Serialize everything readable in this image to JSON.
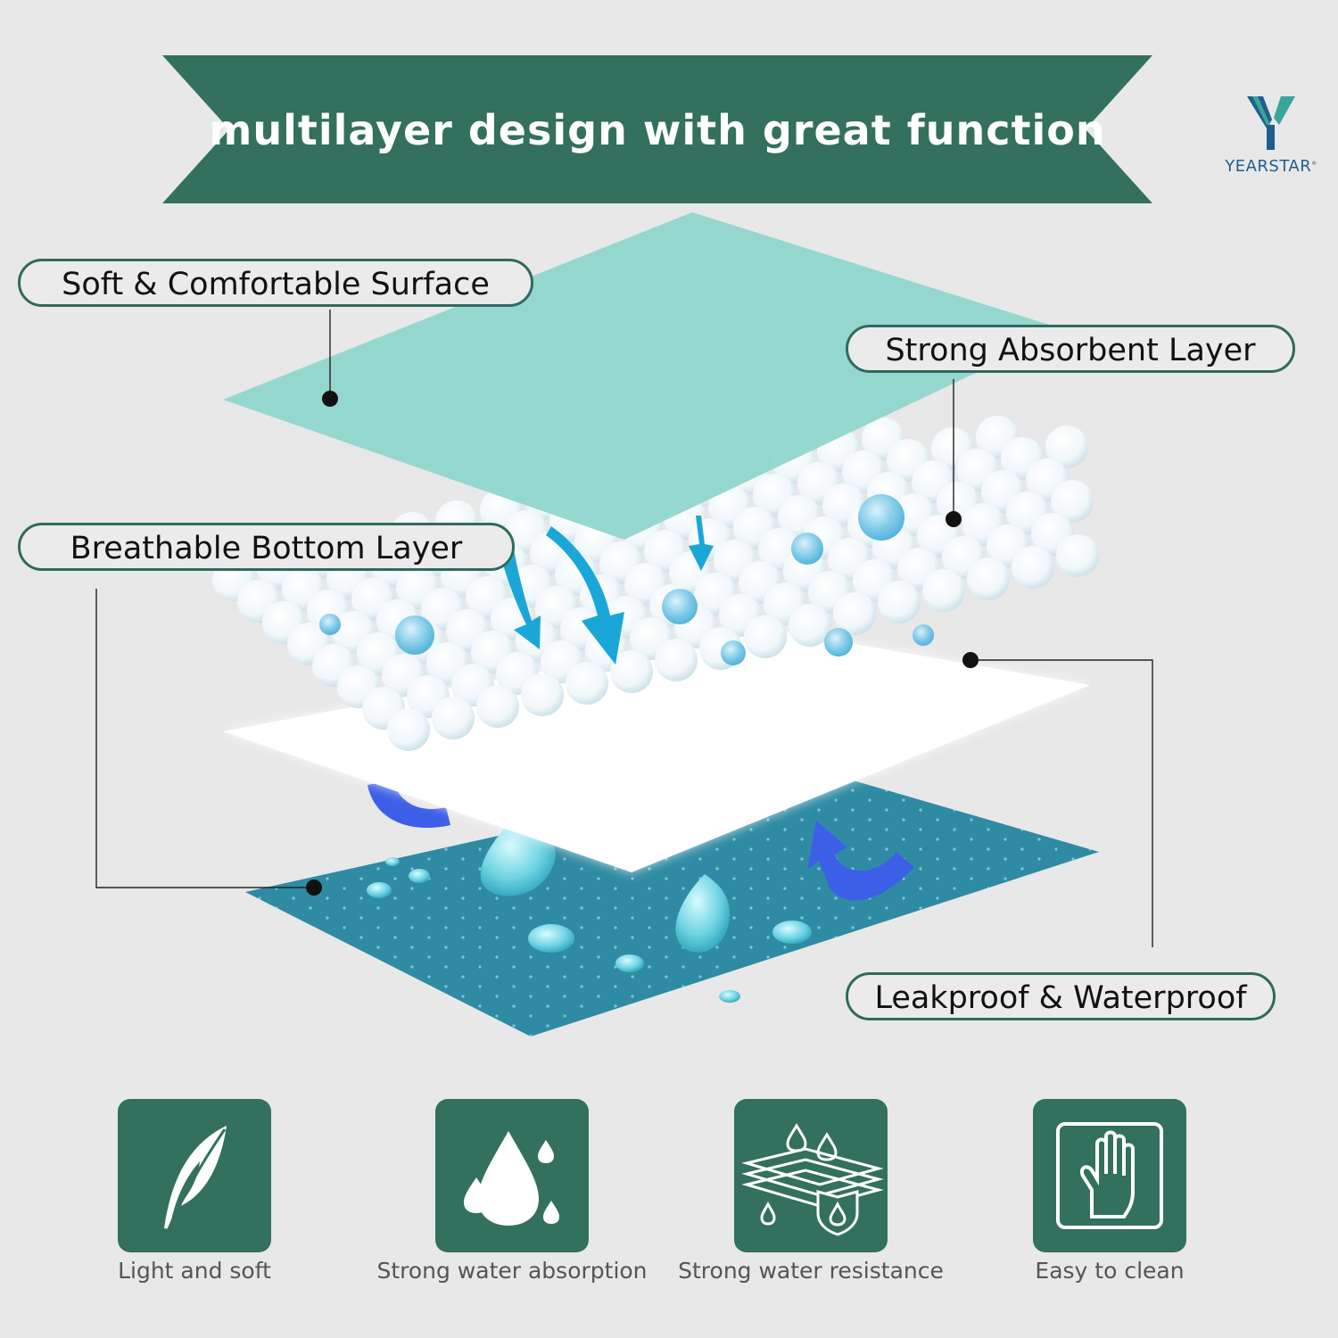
{
  "banner": {
    "title": "multilayer design with great function"
  },
  "brand": {
    "name": "YEARSTAR",
    "mark": "®"
  },
  "colors": {
    "banner": "#33705e",
    "top_layer": "#8dd5cb",
    "bottom_layer": "#2f8ba3",
    "arrow": "#1aa7d8",
    "return_arrow": "#3d5fe8",
    "background": "#e8e8e8"
  },
  "callouts": {
    "surface": "Soft & Comfortable Surface",
    "absorbent": "Strong Absorbent Layer",
    "breathable": "Breathable Bottom Layer",
    "leakproof": "Leakproof & Waterproof"
  },
  "features": [
    {
      "label": "Light and soft",
      "icon": "feather-icon"
    },
    {
      "label": "Strong water absorption",
      "icon": "water-drops-icon"
    },
    {
      "label": "Strong water resistance",
      "icon": "waterproof-layers-icon"
    },
    {
      "label": "Easy to clean",
      "icon": "hand-wipe-icon"
    }
  ]
}
